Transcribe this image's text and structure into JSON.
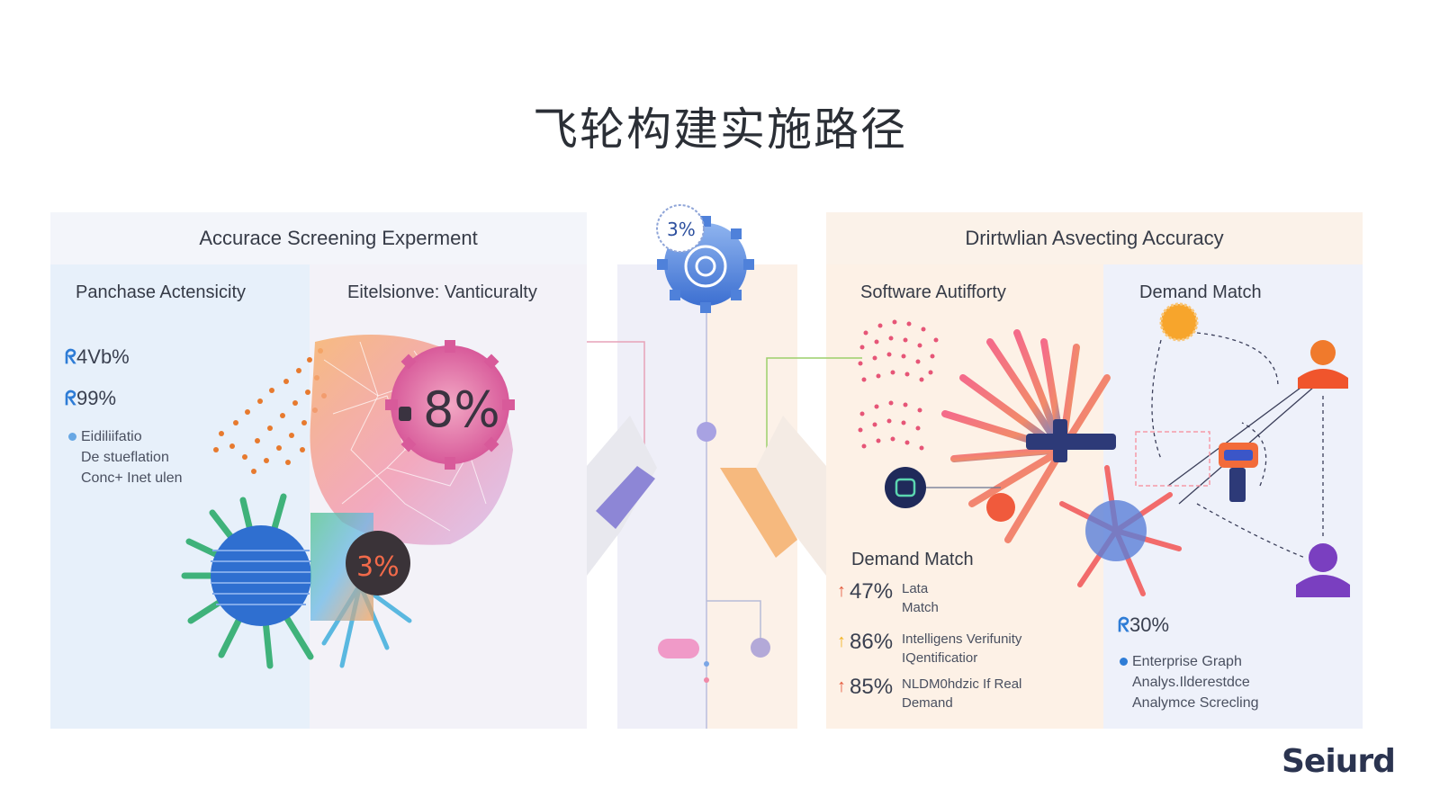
{
  "title": "飞轮构建实施路径",
  "left_panel": {
    "header": "Accurace Screening Experment",
    "col_a_title": "Panchase Actensicity",
    "col_b_title": "Eitelsionve: Vanticuralty",
    "stat_1": "4Vb%",
    "stat_2": "99%",
    "bullet_lines": [
      "Eidiliifatio",
      "De stueflation",
      "Conc+ Inet ulen"
    ],
    "circle_big_label": "8%",
    "circle_small_label": "3%"
  },
  "middle": {
    "gear_label": "3%"
  },
  "right_panel": {
    "header": "Drirtwlian Asvecting Accuracy",
    "col_c_title": "Software Autifforty",
    "col_d_title": "Demand Match",
    "sub_title": "Demand Match",
    "metrics": [
      {
        "value": "47%",
        "desc_1": "Lata",
        "desc_2": "Match",
        "color": "#e45a3c"
      },
      {
        "value": "86%",
        "desc_1": "Intelligens Verifunity",
        "desc_2": "IQentificatior",
        "color": "#f2b320"
      },
      {
        "value": "85%",
        "desc_1": "NLDM0hdzic If Real",
        "desc_2": "Demand",
        "color": "#e45a3c"
      }
    ],
    "stat_right": "30%",
    "bullet_lines": [
      "Enterprise Graph",
      "Analys.Ilderestdce",
      "Analymce Screcling"
    ]
  },
  "logo": "Seiurd",
  "colors": {
    "accent_blue": "#2e7cd6",
    "accent_orange": "#f5a25a",
    "accent_purple": "#7b68c8",
    "accent_pink": "#e45a7c"
  }
}
